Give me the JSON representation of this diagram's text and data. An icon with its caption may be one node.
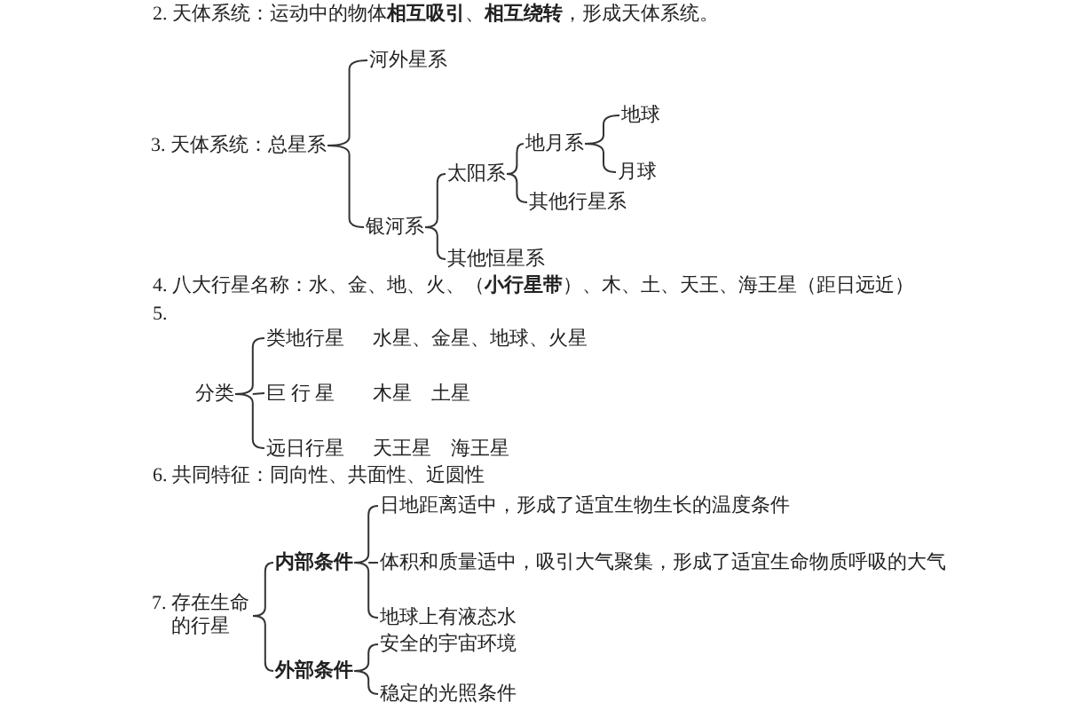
{
  "diagram": {
    "nodes": [
      {
        "text": [
          "3. 天体系统：总星系"
        ]
      },
      {
        "text": [
          "河外星系"
        ]
      },
      {
        "text": [
          "银河系"
        ]
      },
      {
        "text": [
          "太阳系"
        ]
      },
      {
        "text": [
          "其他恒星系"
        ]
      },
      {
        "text": [
          "地月系"
        ]
      },
      {
        "text": [
          "其他行星系"
        ]
      },
      {
        "text": [
          "地球"
        ]
      },
      {
        "text": [
          "月球"
        ]
      },
      {
        "text": [
          "分类"
        ]
      },
      {
        "text": [
          "类地行星"
        ],
        "beside": [
          "水星、金星、地球、火星"
        ]
      },
      {
        "text": [
          "巨 行 星"
        ],
        "beside": [
          "木星　土星"
        ]
      },
      {
        "text": [
          "远日行星"
        ],
        "beside": [
          "天王星　海王星"
        ]
      },
      {
        "text": [
          "7. 存在生命的行星"
        ]
      },
      {
        "text": [
          "内部条件"
        ]
      },
      {
        "text": [
          "日地距离适中，形成了适宜生物生长的温度条件"
        ]
      },
      {
        "text": [
          "体积和质量适中，吸引大气聚集，形成了适宜生命物质呼吸的大气"
        ]
      },
      {
        "text": [
          "地球上有液态水"
        ]
      },
      {
        "text": [
          "外部条件"
        ]
      },
      {
        "text": [
          "安全的宇宙环境"
        ]
      },
      {
        "text": [
          "稳定的光照条件"
        ]
      }
    ],
    "edges": [
      {
        "from": 0,
        "to": 1,
        "arrow": "none"
      },
      {
        "from": 0,
        "to": 2,
        "arrow": "none"
      },
      {
        "from": 2,
        "to": 3,
        "arrow": "none"
      },
      {
        "from": 2,
        "to": 4,
        "arrow": "none"
      },
      {
        "from": 3,
        "to": 5,
        "arrow": "none"
      },
      {
        "from": 3,
        "to": 6,
        "arrow": "none"
      },
      {
        "from": 5,
        "to": 7,
        "arrow": "none"
      },
      {
        "from": 5,
        "to": 8,
        "arrow": "none"
      },
      {
        "from": 9,
        "to": 10,
        "arrow": "none"
      },
      {
        "from": 9,
        "to": 11,
        "arrow": "none"
      },
      {
        "from": 9,
        "to": 12,
        "arrow": "none"
      },
      {
        "from": 13,
        "to": 14,
        "arrow": "none"
      },
      {
        "from": 13,
        "to": 18,
        "arrow": "none"
      },
      {
        "from": 14,
        "to": 15,
        "arrow": "none"
      },
      {
        "from": 14,
        "to": 16,
        "arrow": "none"
      },
      {
        "from": 14,
        "to": 17,
        "arrow": "none"
      },
      {
        "from": 18,
        "to": 19,
        "arrow": "none"
      },
      {
        "from": 18,
        "to": 20,
        "arrow": "none"
      }
    ],
    "labels": [
      "2. 天体系统：运动中的物体**相互吸引**、**相互绕转**，形成天体系统。",
      "4. 八大行星名称：水、金、地、火、（**小行星带**）、木、土、天王、海王星（距日远近）",
      "5.",
      "6. 共同特征：同向性、共面性、近圆性"
    ]
  }
}
